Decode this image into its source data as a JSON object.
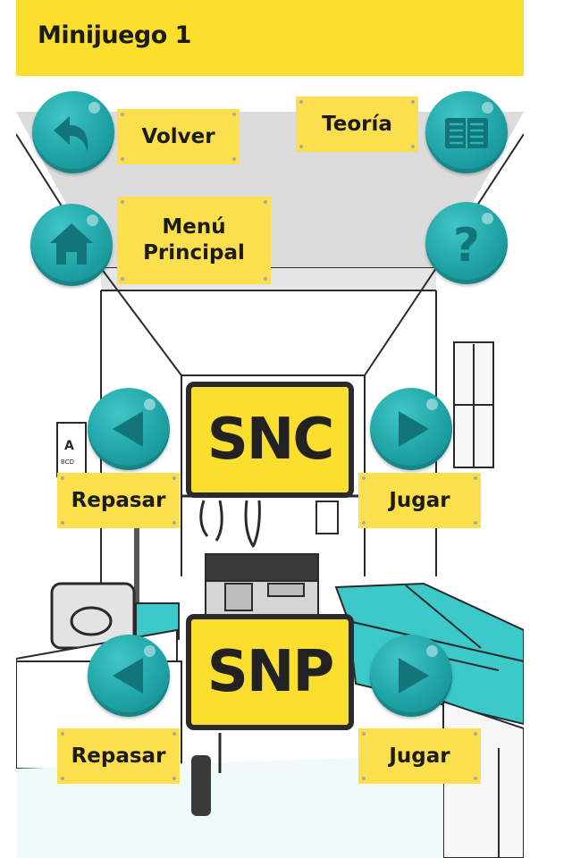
{
  "header": {
    "title": "Minijuego 1"
  },
  "nav": {
    "back_label": "Volver",
    "theory_label": "Teoría",
    "menu_label_line1": "Menú",
    "menu_label_line2": "Principal"
  },
  "games": [
    {
      "sign": "SNC",
      "review_label": "Repasar",
      "play_label": "Jugar"
    },
    {
      "sign": "SNP",
      "review_label": "Repasar",
      "play_label": "Jugar"
    }
  ],
  "icons": {
    "back": "back-arrow-icon",
    "theory": "book-icon",
    "home": "home-icon",
    "help": "question-mark-icon",
    "previous": "left-arrow-icon",
    "next": "right-arrow-icon"
  },
  "colors": {
    "header": "#fcdf2e",
    "label": "#fcdf4d",
    "button": "#1fa3a6",
    "teal": "#3cc9c9",
    "ink": "#1c1c1c"
  }
}
